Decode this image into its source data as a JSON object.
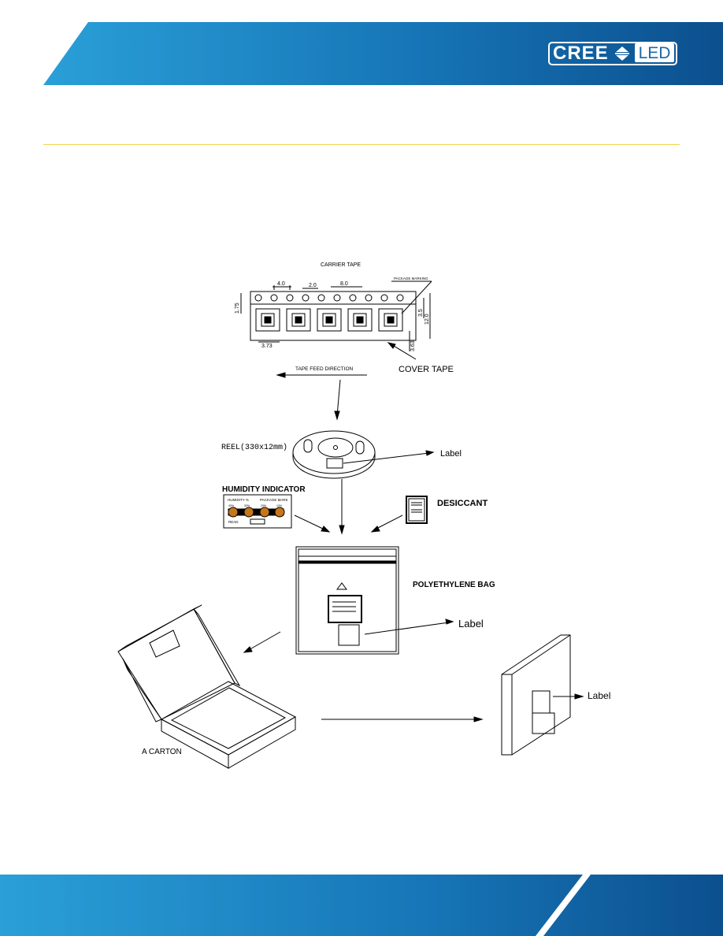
{
  "brand": {
    "logo_text": "CREE",
    "logo_suffix": "LED",
    "colors": {
      "band_light": "#2a9fd8",
      "band_dark": "#0c4f8e",
      "divider": "#f2d34c"
    }
  },
  "figure": {
    "carrier_tape": {
      "title": "CARRIER TAPE",
      "package_marking": "PACKAGE MARKING",
      "dim_pitch_hole": "4.0",
      "dim_2": "2.0",
      "dim_pitch_pocket": "8.0",
      "dim_edge": "1.75",
      "dim_3_5": "3.5",
      "dim_width": "12.0",
      "dim_pocket": "3.73",
      "dim_pocket2": "3.63",
      "feed_direction": "TAPE FEED DIRECTION",
      "cover_tape": "COVER  TAPE"
    },
    "reel": {
      "label": "REEL(330x12mm)",
      "tag": "Label"
    },
    "humidity": {
      "title": "HUMIDITY  INDICATOR",
      "header_left": "HUMIDITY %",
      "header_right": "PACKAGE MARK",
      "levels": [
        "40%",
        "30%",
        "20%",
        "10%"
      ],
      "read": "READ"
    },
    "desiccant": {
      "title": "DESICCANT"
    },
    "bag": {
      "title": "POLYETHYLENE BAG",
      "tag": "Label"
    },
    "carton": {
      "title": "A CARTON"
    },
    "box": {
      "tag": "Label"
    }
  }
}
